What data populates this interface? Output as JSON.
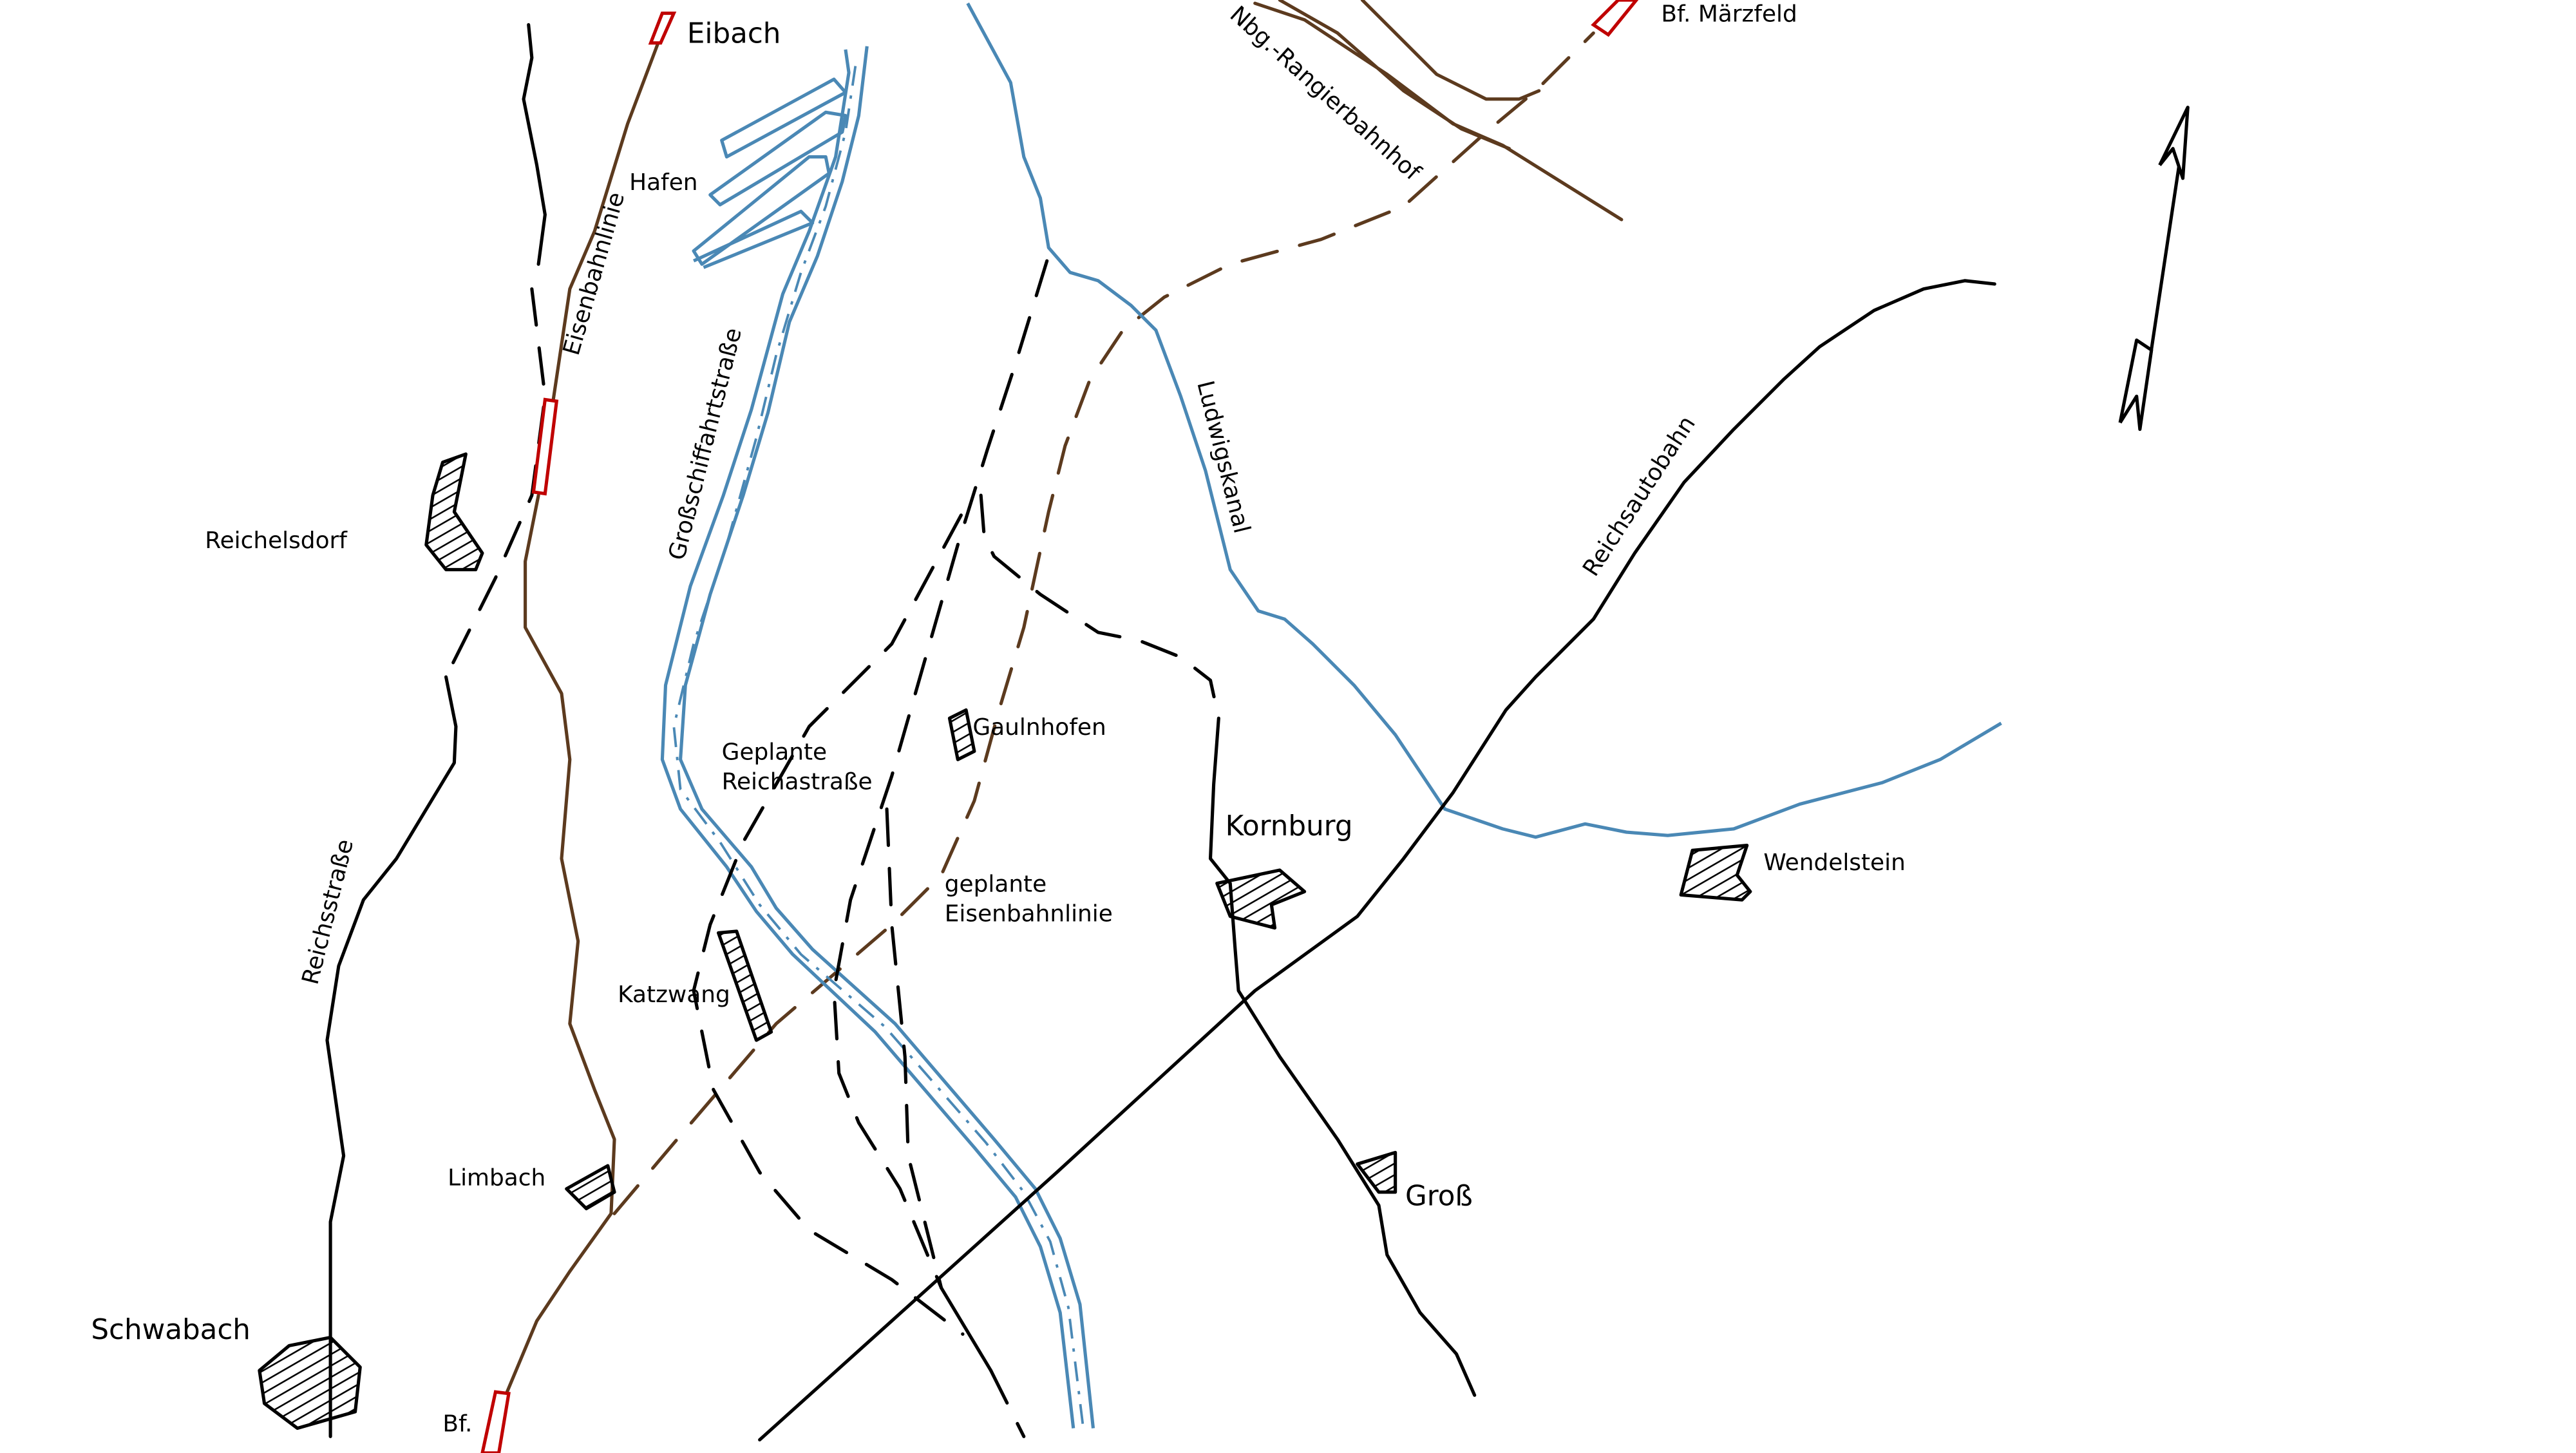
{
  "colors": {
    "water": "#4a88b5",
    "railway": "#5c3a1e",
    "station": "#c00000",
    "road": "#000000"
  },
  "places": {
    "eibach": "Eibach",
    "bf_maerzfeld": "Bf. Märzfeld",
    "rangierbahnhof": "Nbg.-Rangierbahnhof",
    "hafen": "Hafen",
    "reichelsdorf": "Reichelsdorf",
    "gaulnhofen": "Gaulnhofen",
    "kornburg": "Kornburg",
    "wendelstein": "Wendelstein",
    "katzwang": "Katzwang",
    "limbach": "Limbach",
    "gross": "Groß",
    "schwabach": "Schwabach",
    "bf": "Bf."
  },
  "lines": {
    "eisenbahnlinie": "Eisenbahnlinie",
    "grossschiffahrtstrasse": "Großschiffahrtstraße",
    "ludwigskanal": "Ludwigskanal",
    "reichsautobahn": "Reichsautobahn",
    "reichsstrasse": "Reichsstraße",
    "geplante_reichstrasse": [
      "Geplante",
      "Reichastraße"
    ],
    "geplante_eisenbahn": [
      "geplante",
      "Eisenbahnlinie"
    ]
  },
  "icons": {
    "north_arrow": "north-arrow-icon"
  }
}
